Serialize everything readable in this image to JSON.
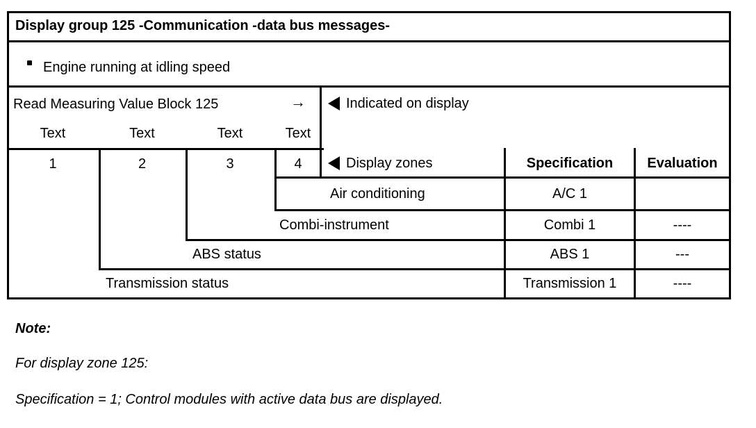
{
  "colors": {
    "ink": "#000000",
    "paper": "#ffffff"
  },
  "table": {
    "title": "Display group 125 -Communication -data bus messages-",
    "condition": {
      "bullet_icon": "bullet-icon",
      "text": "Engine running at idling speed"
    },
    "read_row": {
      "label": "Read Measuring Value Block 125",
      "arrow": "→",
      "text_labels": [
        "Text",
        "Text",
        "Text",
        "Text"
      ]
    },
    "indicated_on_display": {
      "icon": "left-pointer-icon",
      "label": "Indicated on display"
    },
    "header": {
      "zone_numbers": [
        "1",
        "2",
        "3",
        "4"
      ],
      "display_zones": {
        "icon": "left-pointer-icon",
        "label": "Display zones"
      },
      "specification": "Specification",
      "evaluation": "Evaluation"
    },
    "rows": [
      {
        "zone": "Air conditioning",
        "specification": "A/C 1",
        "evaluation": ""
      },
      {
        "zone": "Combi-instrument",
        "specification": "Combi 1",
        "evaluation": "----"
      },
      {
        "zone": "ABS status",
        "specification": "ABS 1",
        "evaluation": "---"
      },
      {
        "zone": "Transmission status",
        "specification": "Transmission 1",
        "evaluation": "----"
      }
    ]
  },
  "notes": {
    "heading": "Note:",
    "line1": "For display zone 125:",
    "line2": "Specification = 1; Control modules with active data bus are displayed."
  }
}
